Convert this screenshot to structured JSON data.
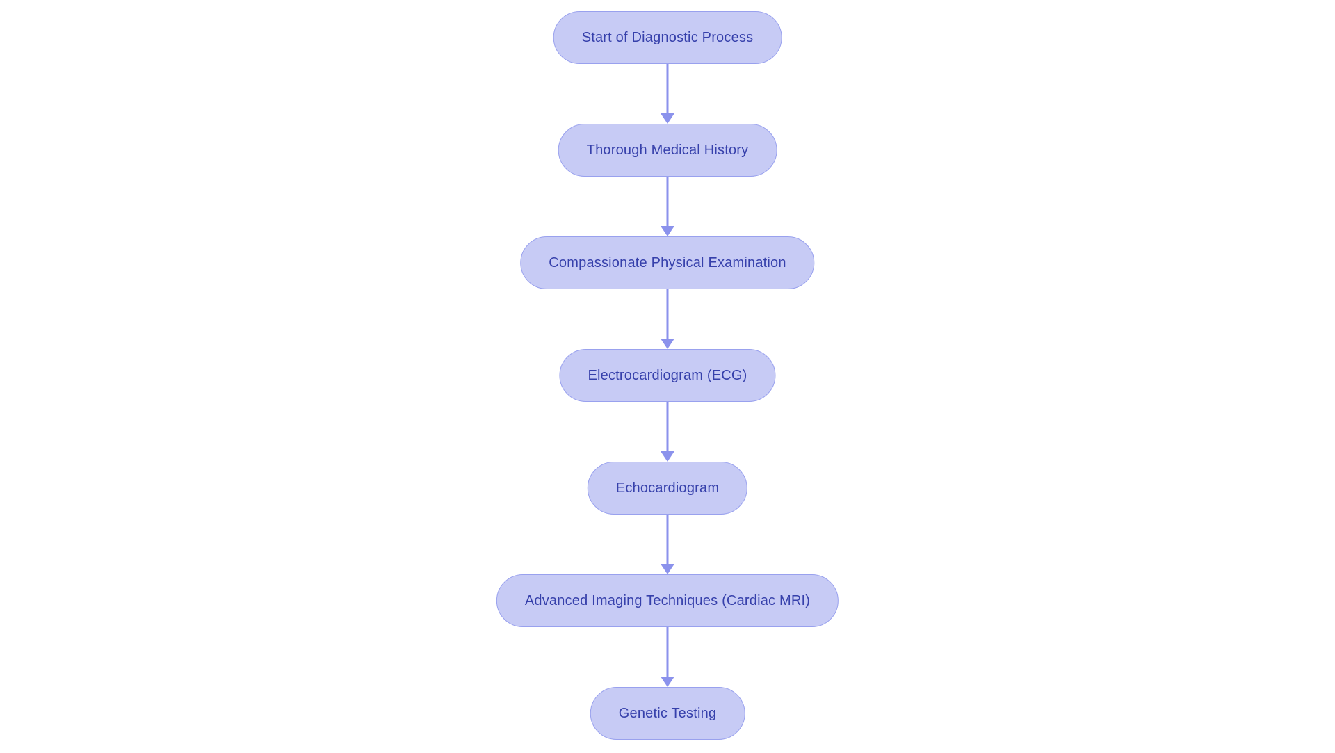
{
  "diagram": {
    "type": "flowchart",
    "direction": "top-down",
    "colors": {
      "canvas_background": "#ffffff",
      "node_fill": "#c7cbf5",
      "node_border": "#99a1ee",
      "node_text": "#3640ab",
      "arrow": "#8b92ec"
    },
    "nodes": [
      {
        "id": "start",
        "label": "Start of Diagnostic Process"
      },
      {
        "id": "history",
        "label": "Thorough Medical History"
      },
      {
        "id": "exam",
        "label": "Compassionate Physical Examination"
      },
      {
        "id": "ecg",
        "label": "Electrocardiogram (ECG)"
      },
      {
        "id": "echo",
        "label": "Echocardiogram"
      },
      {
        "id": "mri",
        "label": "Advanced Imaging Techniques (Cardiac MRI)"
      },
      {
        "id": "genetic",
        "label": "Genetic Testing"
      }
    ],
    "edges": [
      {
        "from": "start",
        "to": "history"
      },
      {
        "from": "history",
        "to": "exam"
      },
      {
        "from": "exam",
        "to": "ecg"
      },
      {
        "from": "ecg",
        "to": "echo"
      },
      {
        "from": "echo",
        "to": "mri"
      },
      {
        "from": "mri",
        "to": "genetic"
      }
    ]
  }
}
